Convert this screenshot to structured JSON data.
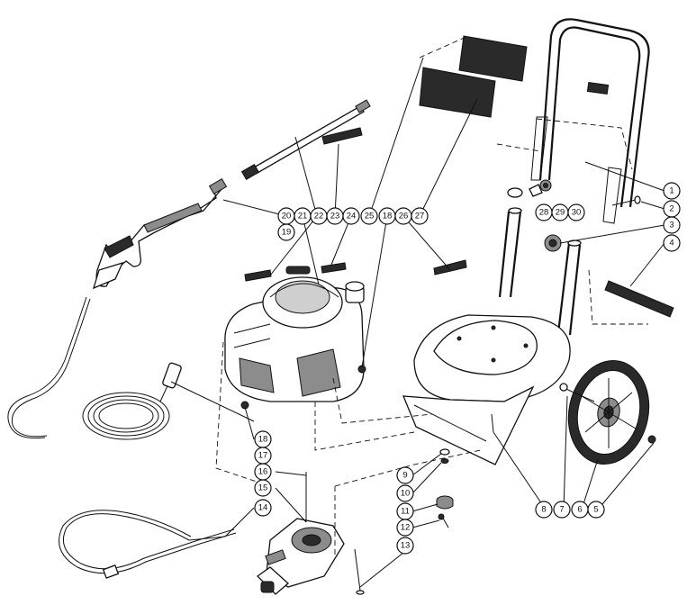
{
  "callouts": [
    {
      "id": "1",
      "label": "1"
    },
    {
      "id": "2",
      "label": "2"
    },
    {
      "id": "3",
      "label": "3"
    },
    {
      "id": "4",
      "label": "4"
    },
    {
      "id": "5",
      "label": "5"
    },
    {
      "id": "6",
      "label": "6"
    },
    {
      "id": "7",
      "label": "7"
    },
    {
      "id": "8",
      "label": "8"
    },
    {
      "id": "9",
      "label": "9"
    },
    {
      "id": "10",
      "label": "10"
    },
    {
      "id": "11",
      "label": "11"
    },
    {
      "id": "12",
      "label": "12"
    },
    {
      "id": "13",
      "label": "13"
    },
    {
      "id": "14",
      "label": "14"
    },
    {
      "id": "15",
      "label": "15"
    },
    {
      "id": "16",
      "label": "16"
    },
    {
      "id": "17",
      "label": "17"
    },
    {
      "id": "18a",
      "label": "18"
    },
    {
      "id": "18b",
      "label": "18"
    },
    {
      "id": "19",
      "label": "19"
    },
    {
      "id": "20",
      "label": "20"
    },
    {
      "id": "21",
      "label": "21"
    },
    {
      "id": "22",
      "label": "22"
    },
    {
      "id": "23",
      "label": "23"
    },
    {
      "id": "24",
      "label": "24"
    },
    {
      "id": "25",
      "label": "25"
    },
    {
      "id": "26",
      "label": "26"
    },
    {
      "id": "27",
      "label": "27"
    },
    {
      "id": "28",
      "label": "28"
    },
    {
      "id": "29",
      "label": "29"
    },
    {
      "id": "30",
      "label": "30"
    }
  ]
}
